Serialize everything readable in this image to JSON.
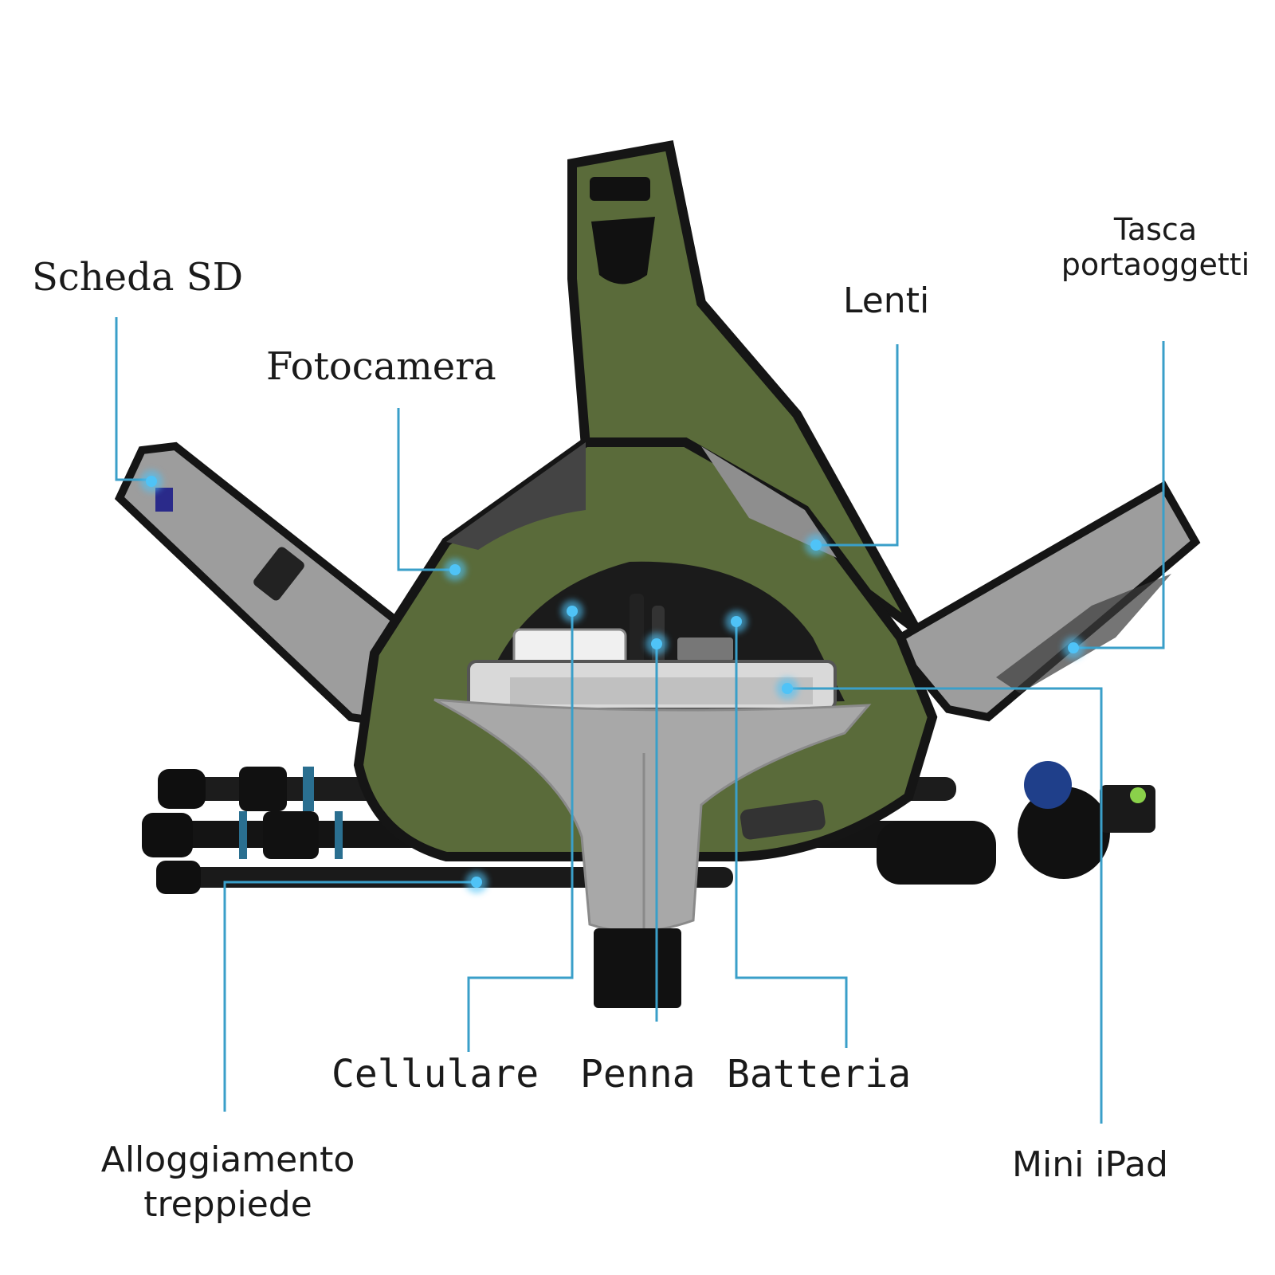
{
  "labels": {
    "sd_card": "Scheda SD",
    "camera": "Fotocamera",
    "lenses": "Lenti",
    "storage_pocket_line1": "Tasca",
    "storage_pocket_line2": "portaoggetti",
    "phone": "Cellulare",
    "pen": "Penna",
    "battery": "Batteria",
    "tripod_line1": "Alloggiamento",
    "tripod_line2": "treppiede",
    "mini_ipad": "Mini iPad"
  },
  "colors": {
    "leader_line": "#3a9fc9",
    "dot": "#4fc3f7",
    "bag_green": "#5a6b3a",
    "bag_gray": "#9a9a9a",
    "trim": "#151515"
  }
}
